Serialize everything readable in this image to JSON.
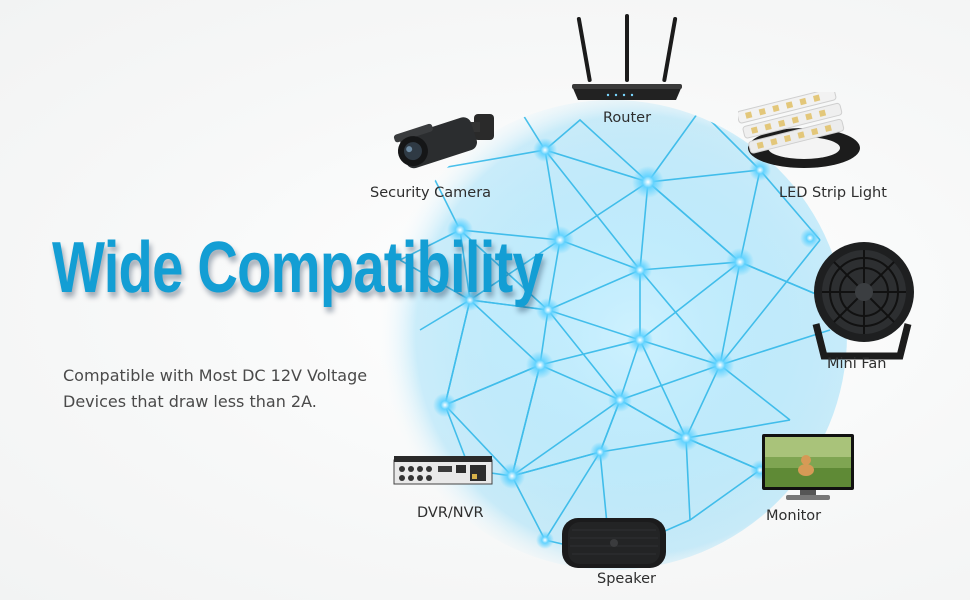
{
  "headline": "Wide Compatibility",
  "description": {
    "line1": "Compatible with Most DC 12V Voltage",
    "line2": "Devices that draw less than 2A."
  },
  "devices": {
    "router": {
      "label": "Router",
      "icon": "router-icon"
    },
    "security_camera": {
      "label": "Security Camera",
      "icon": "security-camera-icon"
    },
    "led_strip": {
      "label": "LED Strip Light",
      "icon": "led-strip-icon"
    },
    "mini_fan": {
      "label": "Mini Fan",
      "icon": "mini-fan-icon"
    },
    "monitor": {
      "label": "Monitor",
      "icon": "monitor-icon"
    },
    "dvr_nvr": {
      "label": "DVR/NVR",
      "icon": "dvr-icon"
    },
    "speaker": {
      "label": "Speaker",
      "icon": "speaker-icon"
    }
  },
  "colors": {
    "headline": "#139ed4",
    "globe_glow": "#5fd2ff",
    "network_lines": "#2bb6e8",
    "text": "#4a4a4a"
  }
}
